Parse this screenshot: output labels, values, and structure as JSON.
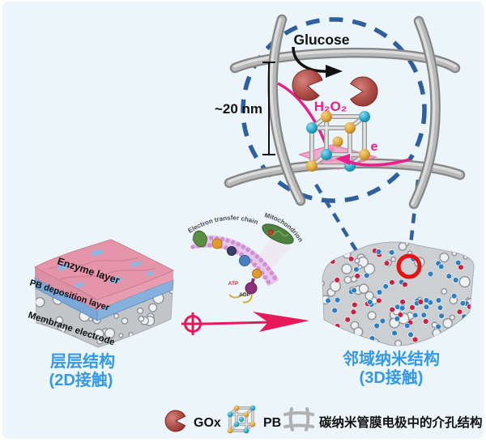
{
  "figure": {
    "pore_view": {
      "glucose": "Glucose",
      "h2o2": "H₂O₂",
      "electron": "e",
      "pore_size": "~20 nm"
    },
    "cell_inset": {
      "etc": "Electron transfer chain",
      "mitochondrion": "Mitochondrion",
      "atp": "ATP",
      "adp": "ADP"
    },
    "layered_block": {
      "layer_labels": [
        "Enzyme layer",
        "PB deposition layer",
        "Membrane electrode"
      ],
      "title": "层层结构",
      "subtitle": "(2D接触)"
    },
    "nano_block": {
      "title": "邻域纳米结构",
      "subtitle": "(3D接触)"
    },
    "legend": {
      "gox": "GOx",
      "pb": "PB",
      "pore": "碳纳米管膜电极中的介孔结构"
    }
  },
  "colors": {
    "background": "#ecf6fa",
    "dashed_blue": "#2e5f9e",
    "magenta": "#ea1f8c",
    "arrow_crimson": "#e6195a",
    "label_blue": "#3598e4",
    "enzyme_red": "#b2514c",
    "pb_teal": "#2fa9c9",
    "pb_gold": "#dfa83e",
    "enzyme_layer_pink": "#e495a9",
    "pb_layer_blue": "#7aa8d8",
    "membrane_gray": "#c3c6c9",
    "dot_red": "#cc2143",
    "dot_blue": "#2d7fc1",
    "red_circle": "#e91212"
  }
}
